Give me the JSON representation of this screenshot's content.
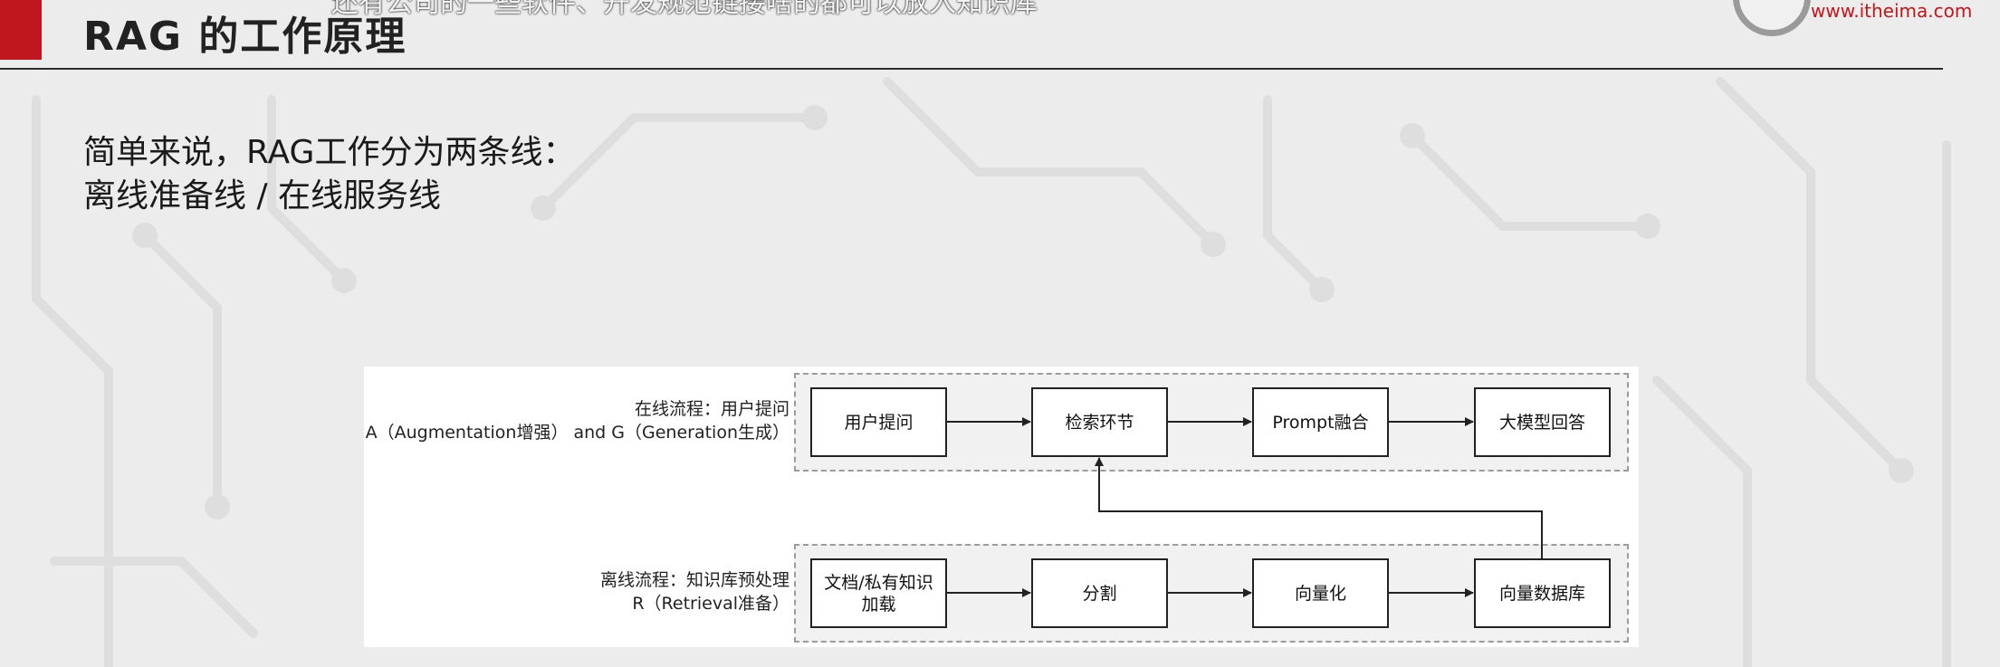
{
  "slide": {
    "title": "RAG 的工作原理",
    "subtitle_overlay": "还有公司的一些软件、开发规范链接啥的都可以放入知识库",
    "logo_url": "www.itheima.com",
    "intro_line1": "简单来说，RAG工作分为两条线：",
    "intro_line2": "离线准备线 / 在线服务线"
  },
  "diagram": {
    "online": {
      "label_line1": "在线流程：用户提问",
      "label_line2": "A（Augmentation增强） and G（Generation生成）",
      "steps": [
        "用户提问",
        "检索环节",
        "Prompt融合",
        "大模型回答"
      ]
    },
    "offline": {
      "label_line1": "离线流程：知识库预处理",
      "label_line2": "R（Retrieval准备）",
      "steps": [
        "文档/私有知识加载",
        "分割",
        "向量化",
        "向量数据库"
      ]
    }
  },
  "colors": {
    "accent": "#c0161d",
    "background": "#ececec",
    "box_border": "#222222"
  }
}
